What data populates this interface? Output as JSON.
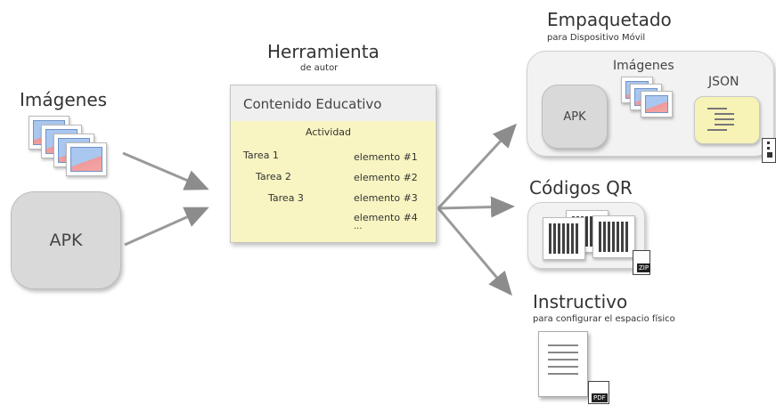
{
  "left": {
    "images_label": "Imágenes",
    "apk_label": "APK"
  },
  "tool": {
    "title": "Herramienta",
    "subtitle": "de autor",
    "header": "Contenido Educativo",
    "activity": "Actividad",
    "tasks": [
      "Tarea 1",
      "Tarea 2",
      "Tarea 3"
    ],
    "elements": [
      "elemento #1",
      "elemento #2",
      "elemento #3",
      "elemento #4"
    ],
    "ellipsis": "..."
  },
  "package": {
    "title": "Empaquetado",
    "subtitle": "para Dispositivo Móvil",
    "apk_label": "APK",
    "images_label": "Imágenes",
    "json_label": "JSON"
  },
  "qr": {
    "title": "Códigos QR",
    "zip_tag": "ZIP"
  },
  "instructions": {
    "title": "Instructivo",
    "subtitle": "para configurar el espacio físico",
    "pdf_tag": "PDF"
  }
}
